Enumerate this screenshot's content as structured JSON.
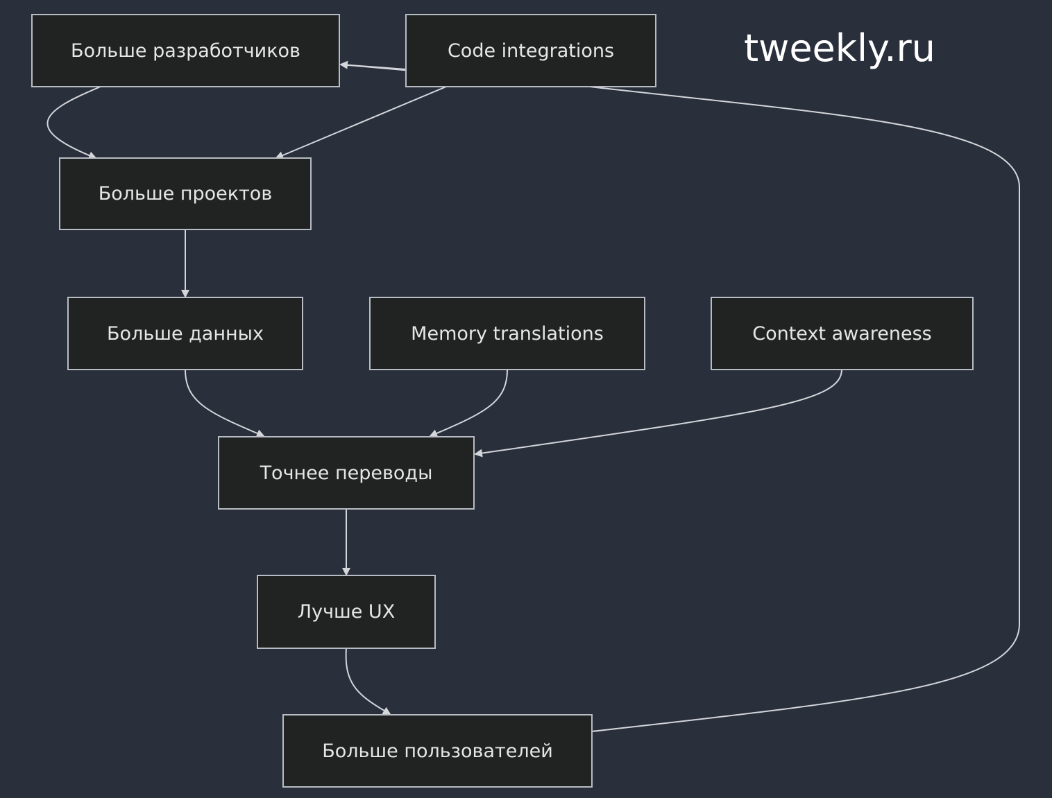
{
  "brand": "tweekly.ru",
  "nodes": {
    "devs": "Больше разработчиков",
    "code": "Code integrations",
    "projects": "Больше проектов",
    "data": "Больше данных",
    "memory": "Memory translations",
    "context": "Context awareness",
    "accurate": "Точнее переводы",
    "ux": "Лучше UX",
    "users": "Больше пользователей"
  },
  "edges": [
    {
      "from": "devs",
      "to": "projects"
    },
    {
      "from": "code",
      "to": "devs"
    },
    {
      "from": "code",
      "to": "projects"
    },
    {
      "from": "projects",
      "to": "data"
    },
    {
      "from": "data",
      "to": "accurate"
    },
    {
      "from": "memory",
      "to": "accurate"
    },
    {
      "from": "context",
      "to": "accurate"
    },
    {
      "from": "accurate",
      "to": "ux"
    },
    {
      "from": "ux",
      "to": "users"
    },
    {
      "from": "users",
      "to": "devs"
    }
  ],
  "colors": {
    "background": "#2a2f3c",
    "node_fill": "#202322",
    "node_border": "#b8bcc4",
    "text": "#e6e6e6",
    "edge": "#d4d6da"
  }
}
